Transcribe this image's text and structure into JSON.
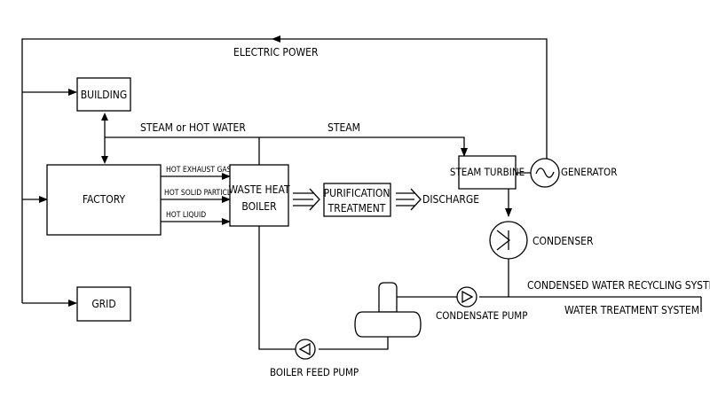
{
  "labels": {
    "electric_power": "ELECTRIC POWER",
    "building": "BUILDING",
    "steam_or_hot_water": "STEAM or HOT WATER",
    "steam": "STEAM",
    "factory": "FACTORY",
    "hot_exhaust_gas": "HOT EXHAUST GAS",
    "hot_solid_particles": "HOT SOLID PARTICLES",
    "hot_liquid": "HOT LIQUID",
    "waste_heat_line1": "WASTE HEAT",
    "waste_heat_line2": "BOILER",
    "purification_line1": "PURIFICATION",
    "purification_line2": "TREATMENT",
    "discharge": "DISCHARGE",
    "steam_turbine": "STEAM TURBINE",
    "generator": "GENERATOR",
    "condenser": "CONDENSER",
    "grid": "GRID",
    "condensed_water_recycling": "CONDENSED WATER RECYCLING SYSTEM",
    "water_treatment": "WATER TREATMENT SYSTEM",
    "condensate_pump": "CONDENSATE PUMP",
    "boiler_feed_pump": "BOILER FEED PUMP"
  }
}
